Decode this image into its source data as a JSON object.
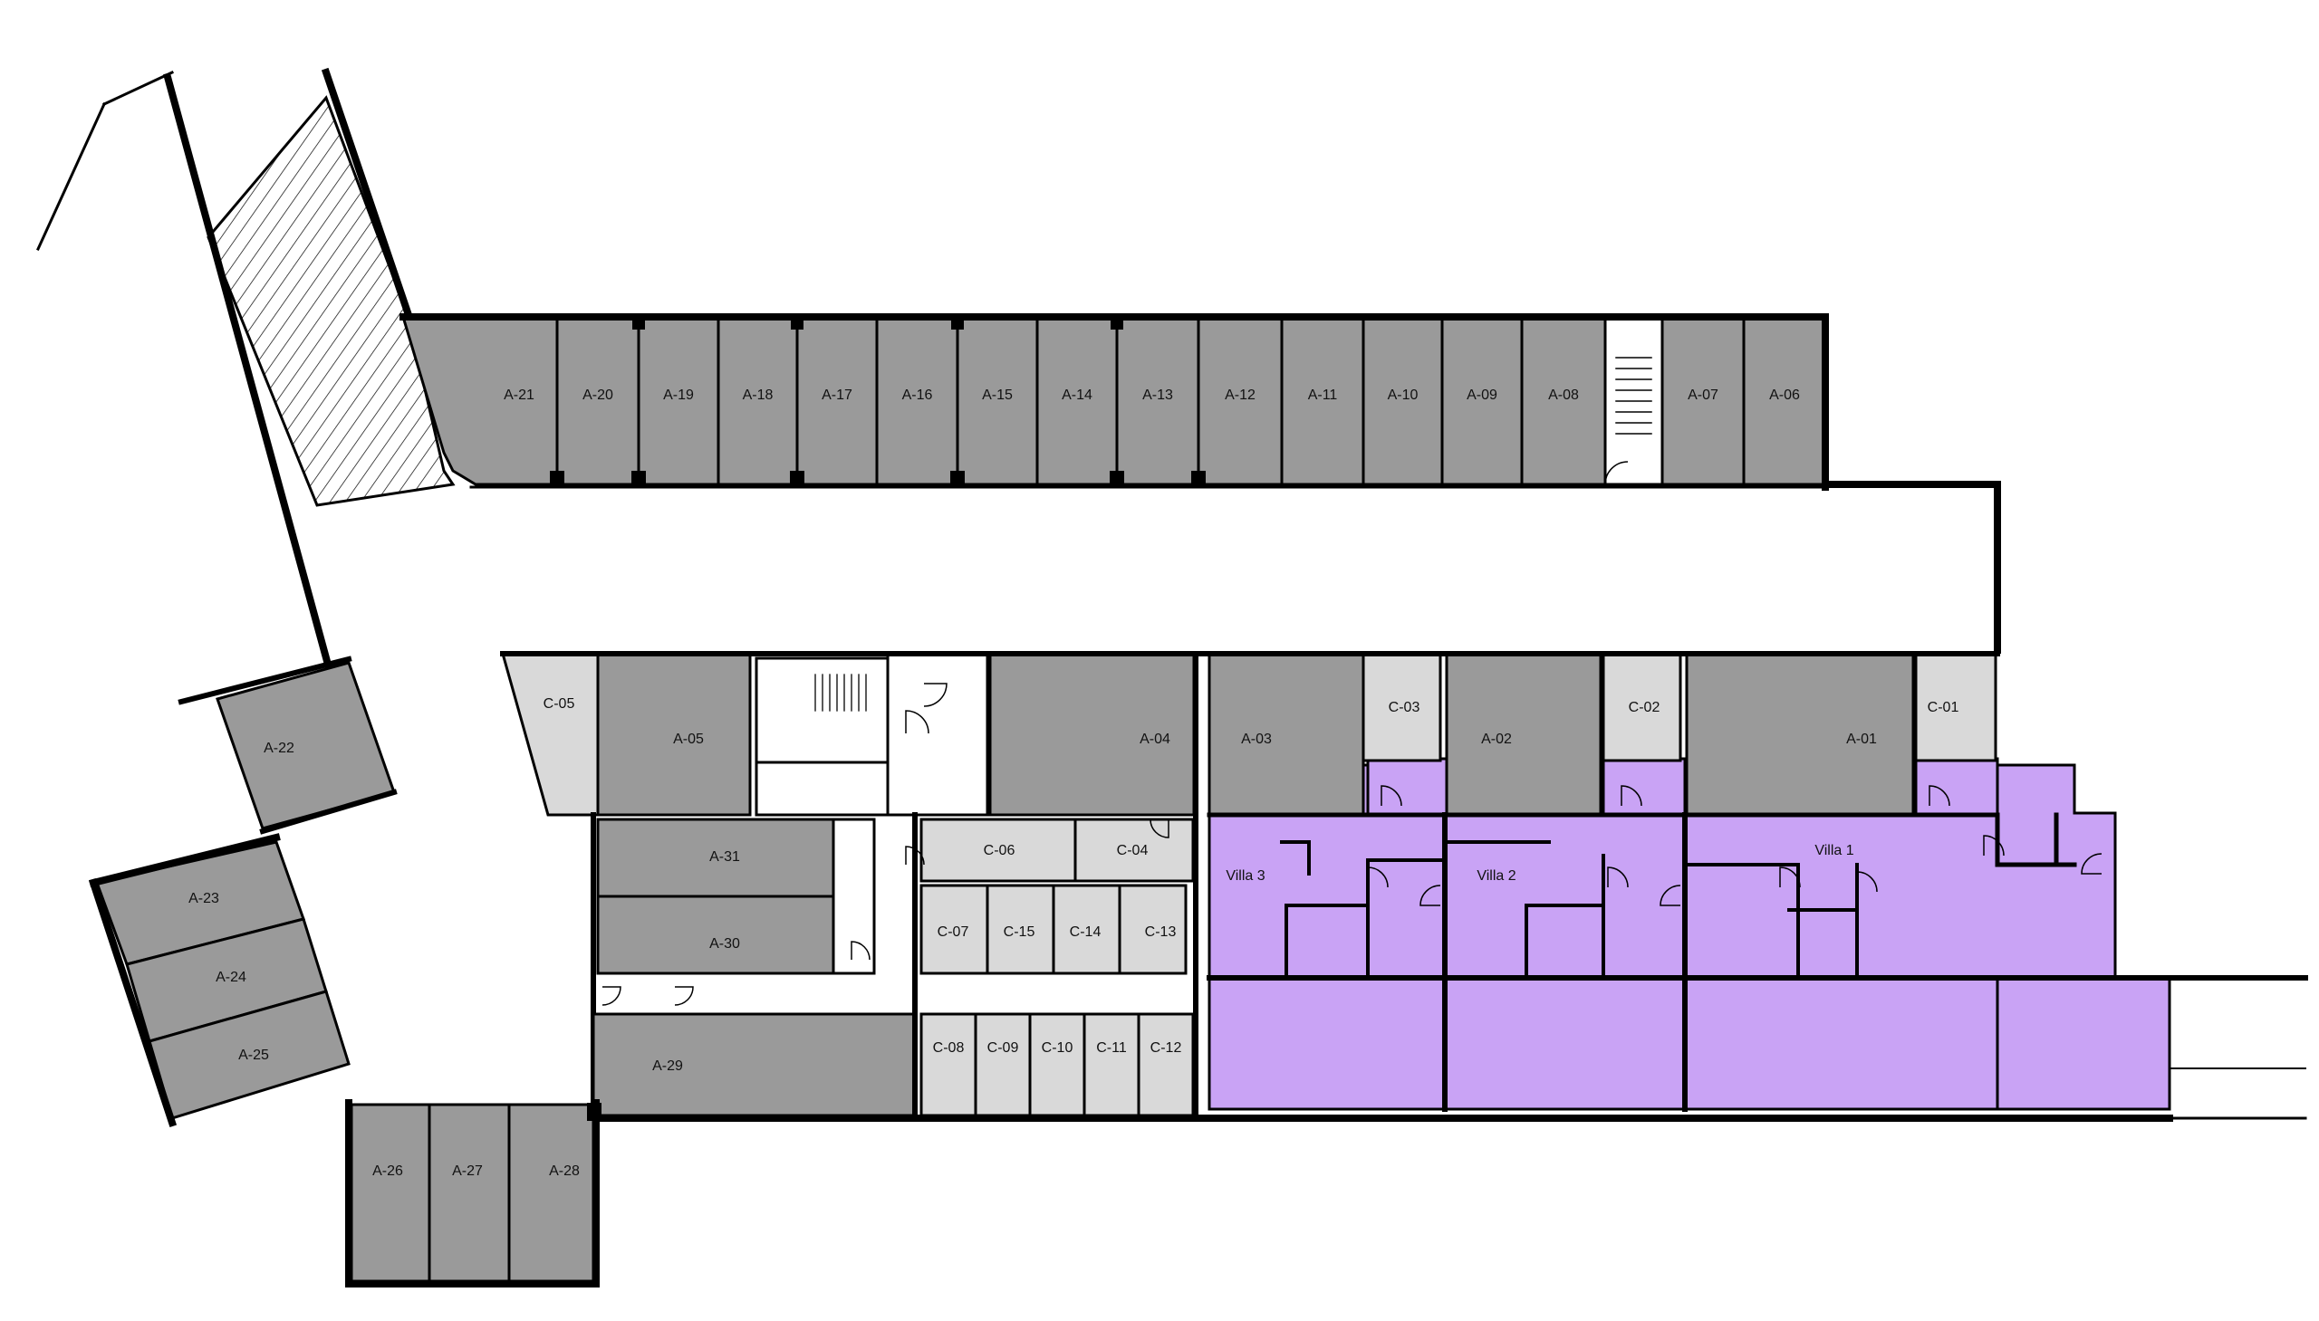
{
  "colors": {
    "storage_a": "#9a9a9a",
    "storage_c": "#d9d9d9",
    "villa": "#c9a3f5",
    "wall": "#000000",
    "background": "#ffffff"
  },
  "units_a": [
    {
      "id": "a21",
      "label": "A-21"
    },
    {
      "id": "a20",
      "label": "A-20"
    },
    {
      "id": "a19",
      "label": "A-19"
    },
    {
      "id": "a18",
      "label": "A-18"
    },
    {
      "id": "a17",
      "label": "A-17"
    },
    {
      "id": "a16",
      "label": "A-16"
    },
    {
      "id": "a15",
      "label": "A-15"
    },
    {
      "id": "a14",
      "label": "A-14"
    },
    {
      "id": "a13",
      "label": "A-13"
    },
    {
      "id": "a12",
      "label": "A-12"
    },
    {
      "id": "a11",
      "label": "A-11"
    },
    {
      "id": "a10",
      "label": "A-10"
    },
    {
      "id": "a09",
      "label": "A-09"
    },
    {
      "id": "a08",
      "label": "A-08"
    },
    {
      "id": "a07",
      "label": "A-07"
    },
    {
      "id": "a06",
      "label": "A-06"
    },
    {
      "id": "a05",
      "label": "A-05"
    },
    {
      "id": "a04",
      "label": "A-04"
    },
    {
      "id": "a03",
      "label": "A-03"
    },
    {
      "id": "a02",
      "label": "A-02"
    },
    {
      "id": "a01",
      "label": "A-01"
    },
    {
      "id": "a22",
      "label": "A-22"
    },
    {
      "id": "a23",
      "label": "A-23"
    },
    {
      "id": "a24",
      "label": "A-24"
    },
    {
      "id": "a25",
      "label": "A-25"
    },
    {
      "id": "a26",
      "label": "A-26"
    },
    {
      "id": "a27",
      "label": "A-27"
    },
    {
      "id": "a28",
      "label": "A-28"
    },
    {
      "id": "a29",
      "label": "A-29"
    },
    {
      "id": "a30",
      "label": "A-30"
    },
    {
      "id": "a31",
      "label": "A-31"
    }
  ],
  "units_c": [
    {
      "id": "c05",
      "label": "C-05"
    },
    {
      "id": "c03",
      "label": "C-03"
    },
    {
      "id": "c02",
      "label": "C-02"
    },
    {
      "id": "c01",
      "label": "C-01"
    },
    {
      "id": "c06",
      "label": "C-06"
    },
    {
      "id": "c04",
      "label": "C-04"
    },
    {
      "id": "c07",
      "label": "C-07"
    },
    {
      "id": "c15",
      "label": "C-15"
    },
    {
      "id": "c14",
      "label": "C-14"
    },
    {
      "id": "c13",
      "label": "C-13"
    },
    {
      "id": "c08",
      "label": "C-08"
    },
    {
      "id": "c09",
      "label": "C-09"
    },
    {
      "id": "c10",
      "label": "C-10"
    },
    {
      "id": "c11",
      "label": "C-11"
    },
    {
      "id": "c12",
      "label": "C-12"
    }
  ],
  "villas": [
    {
      "id": "villa3",
      "label": "Villa 3"
    },
    {
      "id": "villa2",
      "label": "Villa 2"
    },
    {
      "id": "villa1",
      "label": "Villa 1"
    }
  ]
}
